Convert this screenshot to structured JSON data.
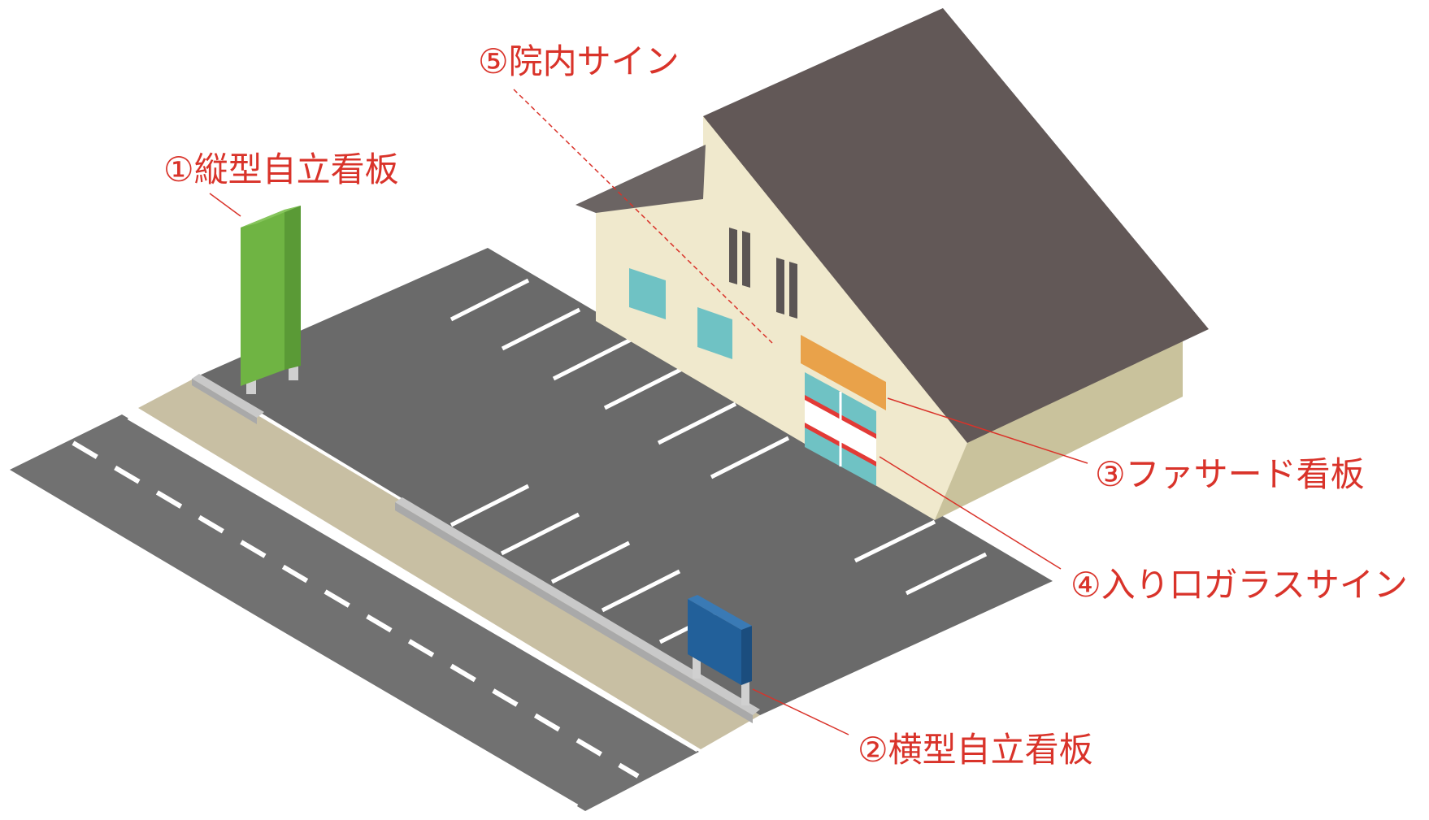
{
  "labels": {
    "sign5": "⑤院内サイン",
    "sign1": "①縦型自立看板",
    "sign3": "③ファサード看板",
    "sign4": "④入り口ガラスサイン",
    "sign2": "②横型自立看板"
  },
  "colors": {
    "label_text": "#d9332a",
    "leader_line": "#d9332a",
    "road": "#717171",
    "parking_lot": "#6a6a6a",
    "sidewalk": "#c8bfa3",
    "curb": "#c9c9c9",
    "lane_marking": "#ffffff",
    "roof": "#625857",
    "roof_small": "#6b6463",
    "wall_front": "#f0e9cd",
    "wall_side": "#c9c29c",
    "window": "#6fc2c4",
    "window_slit": "#5b5554",
    "facade_sign": "#e9a24a",
    "vertical_sign": "#6fb443",
    "vertical_sign_top": "#86c55c",
    "horizontal_sign": "#22609a",
    "horizontal_sign_side": "#1b4d7e",
    "glass_sign_white": "#ffffff",
    "glass_sign_red": "#e23a36"
  }
}
